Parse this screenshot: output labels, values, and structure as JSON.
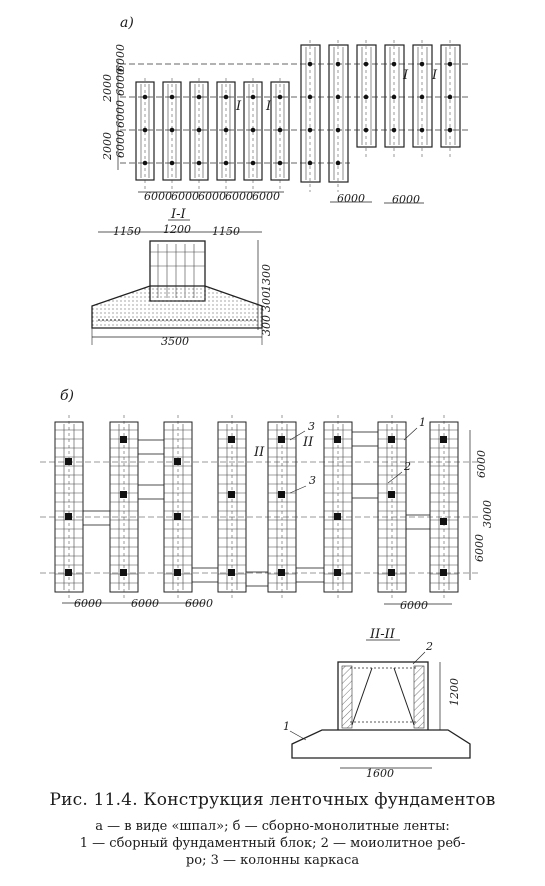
{
  "part_a": {
    "label": "а)",
    "left_dims": [
      "2000",
      "6000",
      "6000",
      "2000",
      "6000",
      "6000"
    ],
    "bottom_dims_left": [
      "6000",
      "6000",
      "6000",
      "6000",
      "6000"
    ],
    "bottom_dims_right": [
      "6000",
      "6000"
    ],
    "markers": [
      "I",
      "I",
      "I",
      "I"
    ]
  },
  "section_1": {
    "title": "I-I",
    "top_dims": [
      "1150",
      "1200",
      "1150"
    ],
    "right_dims": [
      "1300",
      "300",
      "300"
    ],
    "bottom_dim": "3500"
  },
  "part_b": {
    "label": "б)",
    "markers": [
      "II",
      "II"
    ],
    "callouts": [
      "3",
      "3",
      "1",
      "2"
    ],
    "right_dims": [
      "6000",
      "3000",
      "6000"
    ],
    "bottom_dims_left": [
      "6000",
      "6000",
      "6000"
    ],
    "bottom_dim_right": "6000"
  },
  "section_2": {
    "title": "II-II",
    "right_dim": "1200",
    "bottom_dim": "1600",
    "callouts": [
      "2",
      "1"
    ]
  },
  "caption": {
    "title": "Рис. 11.4. Конструкция ленточных фундаментов",
    "legend_lines": [
      "а — в виде «шпал»;  б — сборно-монолитные ленты:",
      "1 — сборный фундаментный блок; 2 — моиолитное реб-",
      "ро;  3 — колонны каркаса"
    ]
  }
}
